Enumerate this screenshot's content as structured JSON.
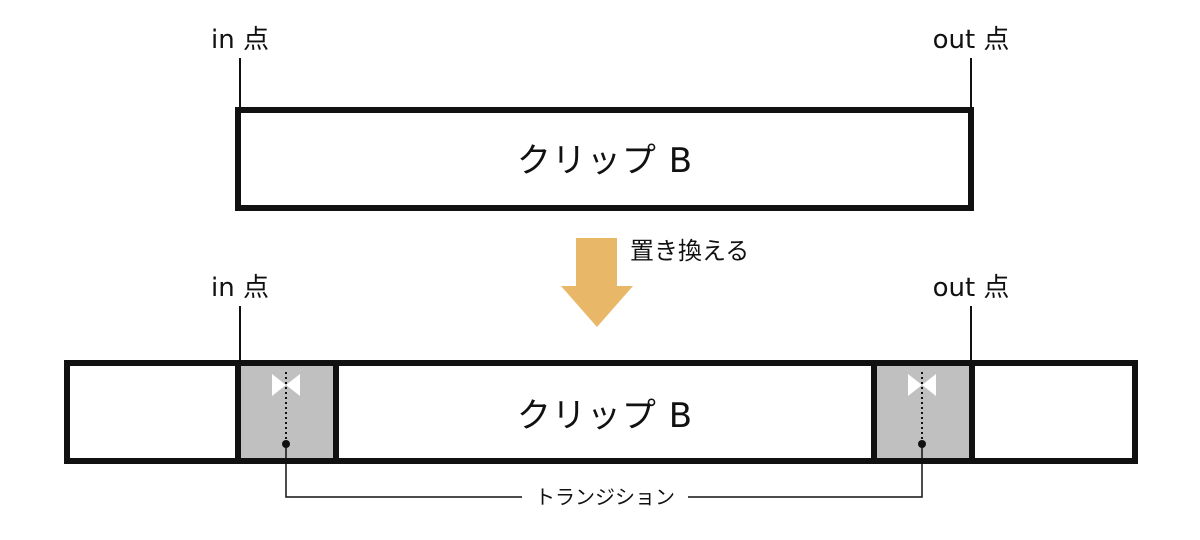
{
  "diagram": {
    "top_row": {
      "in_label": "in 点",
      "out_label": "out 点",
      "clip_label": "クリップ B"
    },
    "action": {
      "label": "置き換える",
      "arrow_color": "#E8B868"
    },
    "bottom_row": {
      "in_label": "in 点",
      "out_label": "out 点",
      "clip_label": "クリップ B",
      "transition_label": "トランジション",
      "transition_fill": "#C0C0C0",
      "transition_icon": "bowtie-transition-icon"
    }
  }
}
